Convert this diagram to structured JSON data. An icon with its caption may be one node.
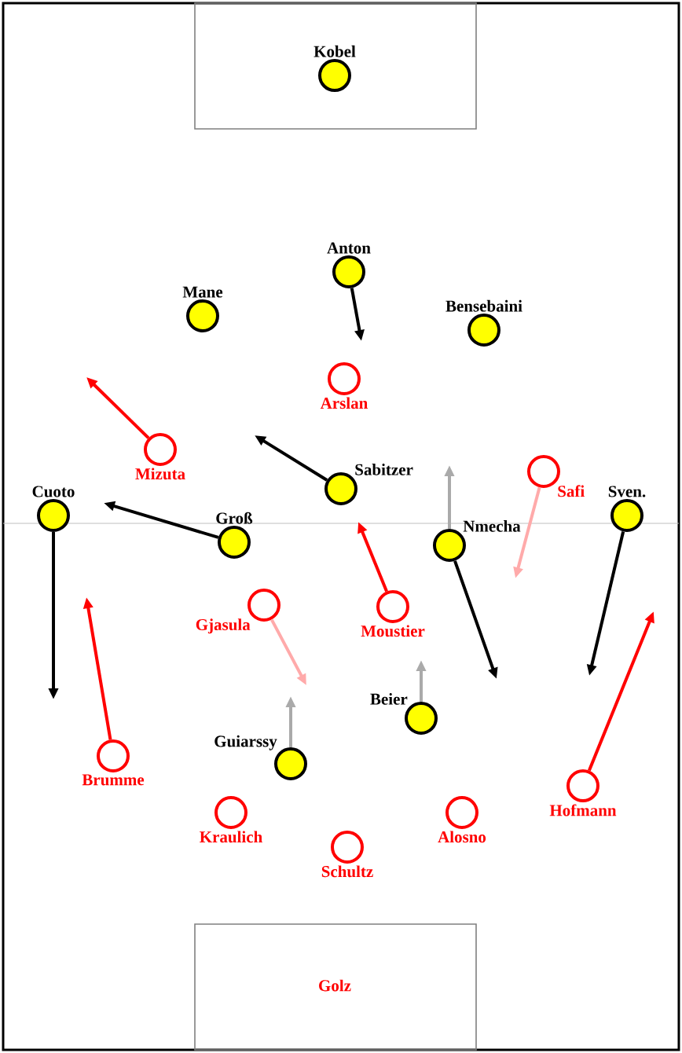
{
  "diagram": {
    "nodes": [
      {
        "text": [
          "Kobel"
        ]
      },
      {
        "text": [
          "Anton"
        ]
      },
      {
        "text": [
          "Mane"
        ]
      },
      {
        "text": [
          "Bensebaini"
        ]
      },
      {
        "text": [
          "Arslan"
        ]
      },
      {
        "text": [
          "Mizuta"
        ]
      },
      {
        "text": [
          "Sabitzer"
        ]
      },
      {
        "text": [
          "Safi"
        ]
      },
      {
        "text": [
          "Cuoto"
        ]
      },
      {
        "text": [
          "Sven."
        ]
      },
      {
        "text": [
          "Groß"
        ]
      },
      {
        "text": [
          "Nmecha"
        ]
      },
      {
        "text": [
          "Gjasula"
        ]
      },
      {
        "text": [
          "Moustier"
        ]
      },
      {
        "text": [
          "Beier"
        ]
      },
      {
        "text": [
          "Guiarssy"
        ]
      },
      {
        "text": [
          "Brumme"
        ]
      },
      {
        "text": [
          "Hofmann"
        ]
      },
      {
        "text": [
          "Kraulich"
        ]
      },
      {
        "text": [
          "Alosno"
        ]
      },
      {
        "text": [
          "Schultz"
        ]
      }
    ],
    "edges": [
      {
        "from": 1,
        "to": null,
        "arrow": "to"
      },
      {
        "from": 5,
        "to": null,
        "arrow": "to",
        "color": "#ff0000"
      },
      {
        "from": 6,
        "to": null,
        "arrow": "to"
      },
      {
        "from": 7,
        "to": null,
        "arrow": "to",
        "color": "#ffaaaa"
      },
      {
        "from": 8,
        "to": null,
        "arrow": "to"
      },
      {
        "from": 9,
        "to": null,
        "arrow": "to"
      },
      {
        "from": 10,
        "to": null,
        "arrow": "to"
      },
      {
        "from": 11,
        "to": null,
        "arrow": "to"
      },
      {
        "from": 11,
        "to": null,
        "arrow": "to",
        "color": "#aaaaaa"
      },
      {
        "from": 12,
        "to": null,
        "arrow": "to",
        "color": "#ffaaaa"
      },
      {
        "from": 13,
        "to": null,
        "arrow": "to",
        "color": "#ff0000"
      },
      {
        "from": 14,
        "to": null,
        "arrow": "to",
        "color": "#aaaaaa"
      },
      {
        "from": 15,
        "to": null,
        "arrow": "to",
        "color": "#aaaaaa"
      },
      {
        "from": 16,
        "to": null,
        "arrow": "to",
        "color": "#ff0000"
      },
      {
        "from": 17,
        "to": null,
        "arrow": "to",
        "color": "#ff0000"
      }
    ],
    "labels": [
      "Golz"
    ]
  }
}
